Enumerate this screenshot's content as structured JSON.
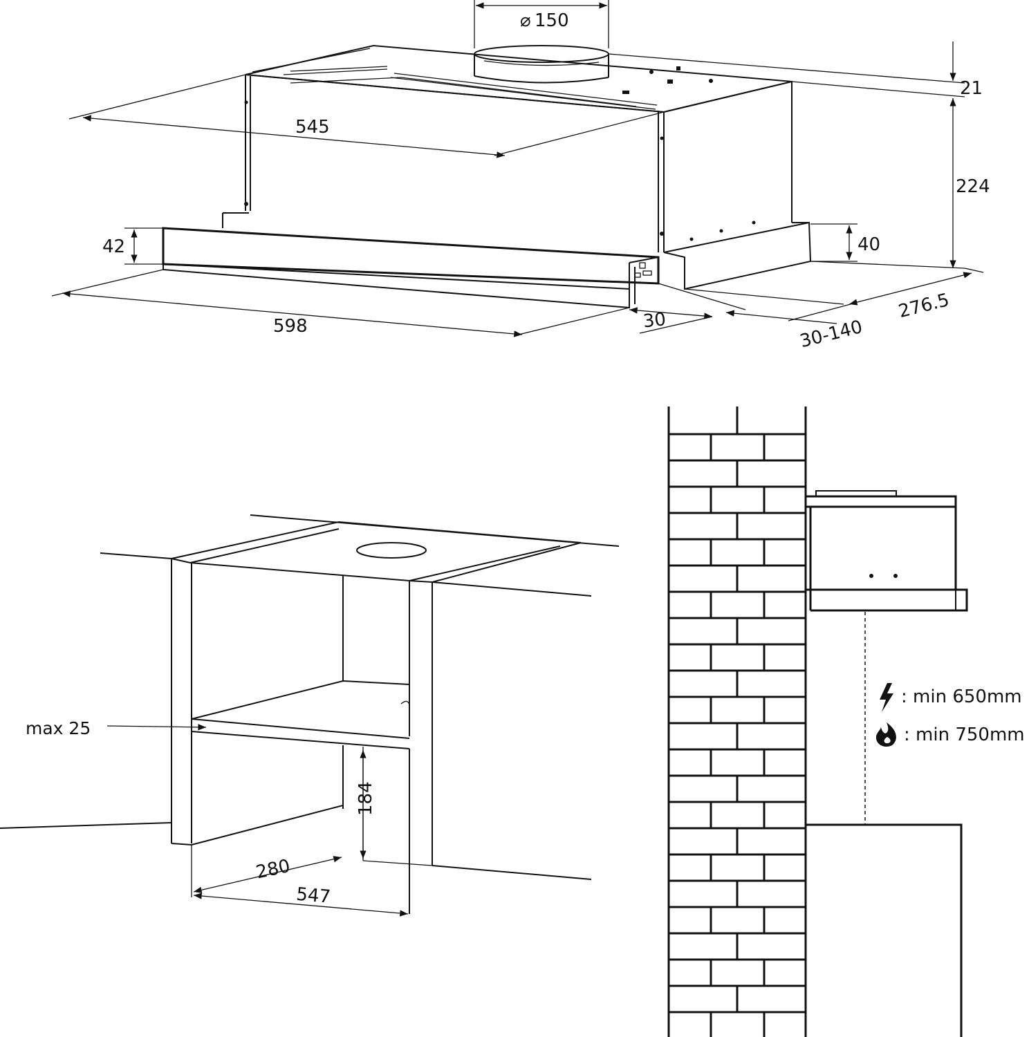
{
  "top_view": {
    "dim_duct_diameter": "150",
    "dim_diameter_symbol": "⌀",
    "dim_top_offset": "21",
    "dim_height": "224",
    "dim_depth_body": "545",
    "dim_front_panel_height": "42",
    "dim_side_panel_height": "40",
    "dim_width": "598",
    "dim_front_overhang": "30",
    "dim_slide_travel": "30-140",
    "dim_total_depth": "276.5"
  },
  "cabinet_view": {
    "dim_max_panel": "max 25",
    "dim_inner_height": "184",
    "dim_inner_depth": "280",
    "dim_inner_width": "547"
  },
  "installation_view": {
    "electric_clearance": ": min 650mm",
    "gas_clearance": ": min 750mm",
    "electric_icon": "lightning-bolt-icon",
    "gas_icon": "flame-icon"
  }
}
